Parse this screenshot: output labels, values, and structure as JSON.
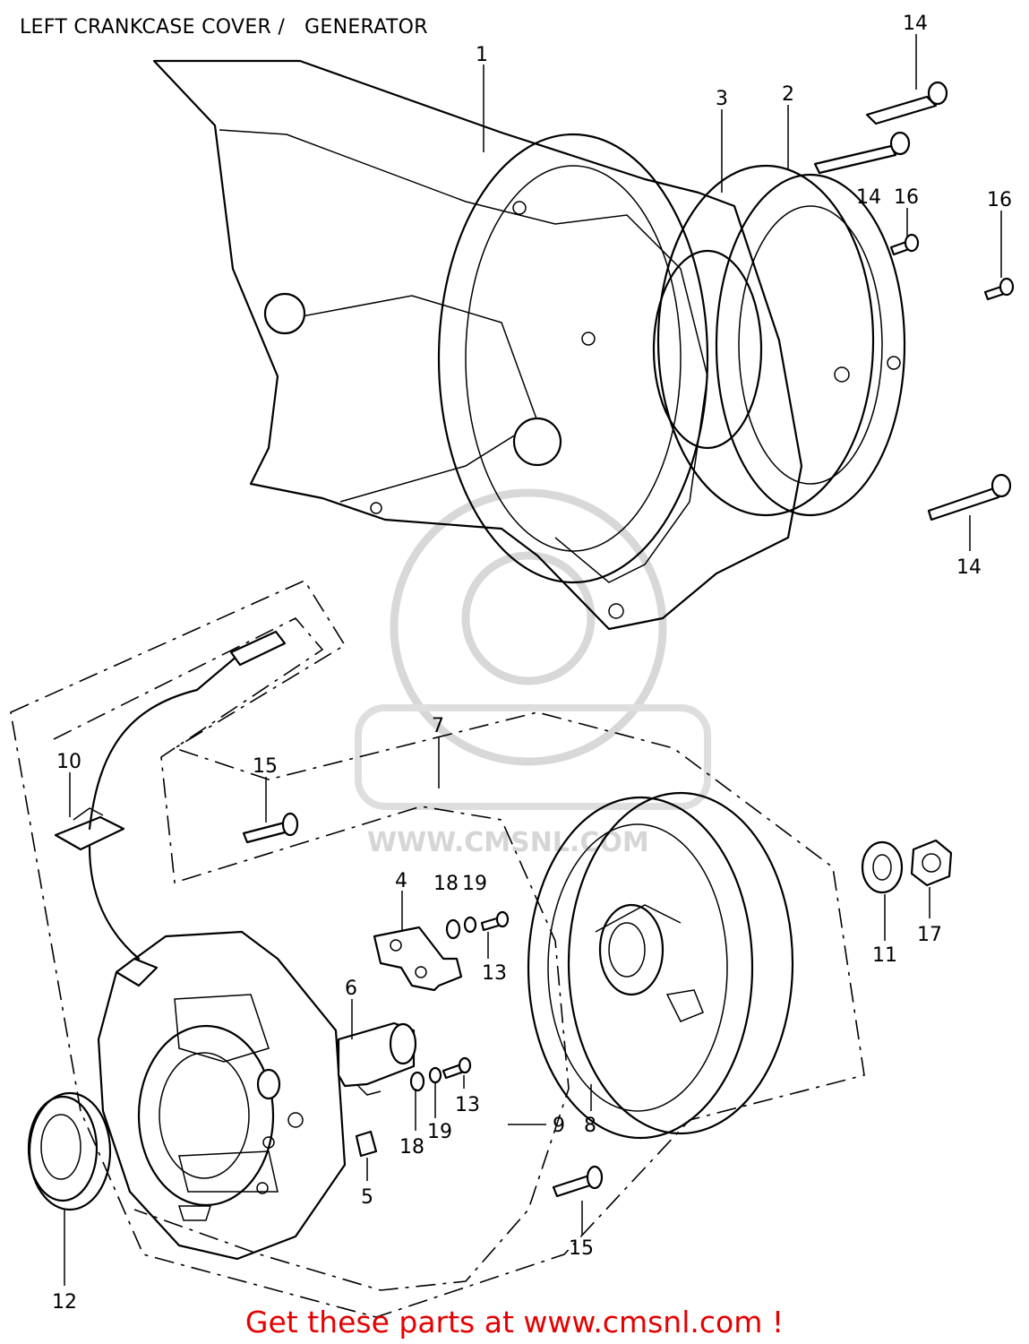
{
  "title": "LEFT CRANKCASE COVER /   GENERATOR",
  "footer": "Get these parts at www.cmsnl.com !",
  "watermark": {
    "brand": "CMS",
    "url": "WWW.CMSNL.COM"
  },
  "colors": {
    "footer": "#e60000",
    "line": "#000000",
    "watermark": "#d6d6d6"
  },
  "callouts": {
    "c1": "1",
    "c2": "2",
    "c3": "3",
    "c14a": "14",
    "c14b": "14",
    "c14c": "14",
    "c16a": "16",
    "c16b": "16",
    "c10": "10",
    "c15a": "15",
    "c7": "7",
    "c4": "4",
    "c18a": "18",
    "c19a": "19",
    "c13a": "13",
    "c6": "6",
    "c18b": "18",
    "c19b": "19",
    "c13b": "13",
    "c9": "9",
    "c8": "8",
    "c11": "11",
    "c17": "17",
    "c5": "5",
    "c12": "12",
    "c15b": "15"
  }
}
